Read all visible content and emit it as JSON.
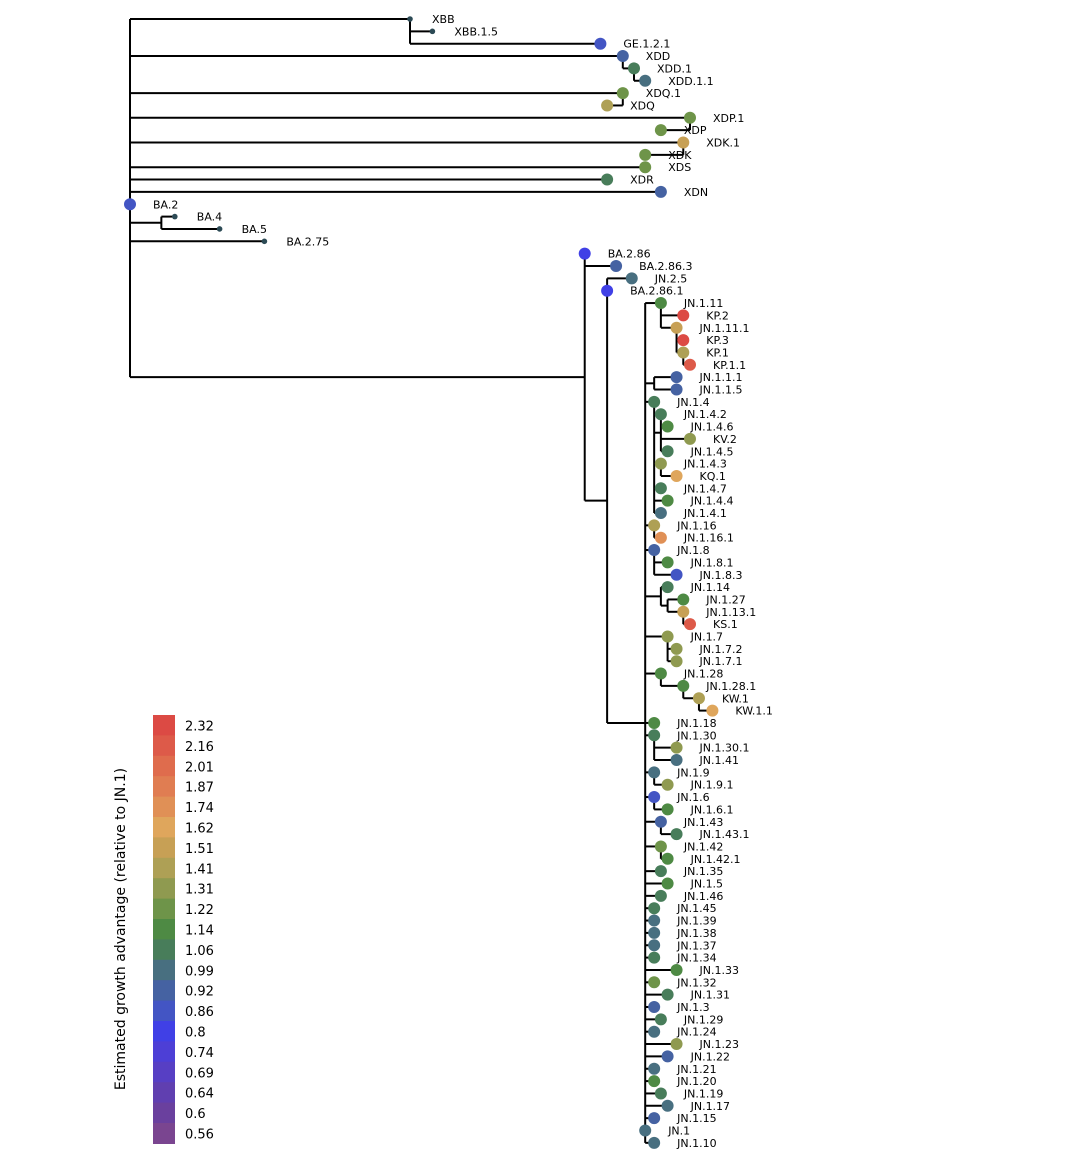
{
  "colorbar": {
    "title": "Estimated growth advantage (relative to JN.1)",
    "entries": [
      {
        "label": "2.32",
        "color": "#dc4a44"
      },
      {
        "label": "2.16",
        "color": "#dd5a49"
      },
      {
        "label": "2.01",
        "color": "#df6c4d"
      },
      {
        "label": "1.87",
        "color": "#e07d52"
      },
      {
        "label": "1.74",
        "color": "#e09056"
      },
      {
        "label": "1.62",
        "color": "#dfa65c"
      },
      {
        "label": "1.51",
        "color": "#c7a055"
      },
      {
        "label": "1.41",
        "color": "#aea055"
      },
      {
        "label": "1.31",
        "color": "#8f9a50"
      },
      {
        "label": "1.22",
        "color": "#6e9449"
      },
      {
        "label": "1.14",
        "color": "#4e8a44"
      },
      {
        "label": "1.06",
        "color": "#487d5a"
      },
      {
        "label": "0.99",
        "color": "#486f80"
      },
      {
        "label": "0.92",
        "color": "#4562a2"
      },
      {
        "label": "0.86",
        "color": "#4355c4"
      },
      {
        "label": "0.8",
        "color": "#4040e6"
      },
      {
        "label": "0.74",
        "color": "#4d3fd6"
      },
      {
        "label": "0.69",
        "color": "#573fc4"
      },
      {
        "label": "0.64",
        "color": "#603fb0"
      },
      {
        "label": "0.6",
        "color": "#6a409e"
      },
      {
        "label": "0.56",
        "color": "#7a4590"
      }
    ]
  },
  "tree": {
    "nodes": [
      {
        "id": "root",
        "depth": 0
      },
      {
        "id": "XBB",
        "depth": 12.5,
        "parent": "root",
        "label": "XBB"
      },
      {
        "id": "XBB.1.5",
        "depth": 13.5,
        "parent": "XBB",
        "label": "XBB.1.5"
      },
      {
        "id": "GE.1.2.1",
        "depth": 21,
        "parent": "XBB",
        "label": "GE.1.2.1",
        "value": 0.88
      },
      {
        "id": "XDD",
        "depth": 22,
        "parent": "root",
        "label": "XDD",
        "value": 0.92
      },
      {
        "id": "XDD.1",
        "depth": 22.5,
        "parent": "XDD",
        "label": "XDD.1",
        "value": 1.04
      },
      {
        "id": "XDD.1.1",
        "depth": 23,
        "parent": "XDD.1",
        "label": "XDD.1.1",
        "value": 0.99
      },
      {
        "id": "XDQ.1",
        "depth": 22,
        "parent": "root",
        "label": "XDQ.1",
        "value": 1.2
      },
      {
        "id": "XDQ",
        "depth": 21.3,
        "parent": "XDQ.1",
        "label": "XDQ",
        "value": 1.45
      },
      {
        "id": "XDP.1",
        "depth": 25,
        "parent": "root",
        "label": "XDP.1",
        "value": 1.2
      },
      {
        "id": "XDP",
        "depth": 23.7,
        "parent": "XDP.1",
        "label": "XDP",
        "value": 1.2
      },
      {
        "id": "XDK.1",
        "depth": 24.7,
        "parent": "root",
        "label": "XDK.1",
        "value": 1.55
      },
      {
        "id": "XDK",
        "depth": 23,
        "parent": "XDK.1",
        "label": "XDK",
        "value": 1.2
      },
      {
        "id": "XDS",
        "depth": 23,
        "parent": "root",
        "label": "XDS",
        "value": 1.2
      },
      {
        "id": "XDR",
        "depth": 21.3,
        "parent": "root",
        "label": "XDR",
        "value": 1.06
      },
      {
        "id": "XDN",
        "depth": 23.7,
        "parent": "root",
        "label": "XDN",
        "value": 0.9
      },
      {
        "id": "BA.2",
        "depth": 0,
        "parent": "root",
        "label": "BA.2",
        "value": 0.86
      },
      {
        "id": "n_ba",
        "depth": 1.4,
        "parent": "root"
      },
      {
        "id": "BA.4",
        "depth": 2,
        "parent": "n_ba",
        "label": "BA.4"
      },
      {
        "id": "BA.5",
        "depth": 4,
        "parent": "n_ba",
        "label": "BA.5"
      },
      {
        "id": "BA.2.75",
        "depth": 6,
        "parent": "root",
        "label": "BA.2.75"
      },
      {
        "id": "n_main",
        "depth": 20.3,
        "parent": "root"
      },
      {
        "id": "BA.2.86",
        "depth": 20.3,
        "parent": "n_main",
        "label": "BA.2.86",
        "value": 0.8
      },
      {
        "id": "BA.2.86.3",
        "depth": 21.7,
        "parent": "n_main",
        "label": "BA.2.86.3",
        "value": 0.92
      },
      {
        "id": "n_b1",
        "depth": 21.3,
        "parent": "n_main"
      },
      {
        "id": "JN.2.5",
        "depth": 22.4,
        "parent": "n_b1",
        "label": "JN.2.5",
        "value": 0.99
      },
      {
        "id": "BA.2.86.1",
        "depth": 21.3,
        "parent": "n_b1",
        "label": "BA.2.86.1",
        "value": 0.8
      },
      {
        "id": "n_j",
        "depth": 23,
        "parent": "n_b1"
      },
      {
        "id": "JN.1.11",
        "depth": 23.7,
        "parent": "n_j",
        "label": "JN.1.11",
        "value": 1.14
      },
      {
        "id": "KP.2",
        "depth": 24.7,
        "parent": "JN.1.11",
        "label": "KP.2",
        "value": 2.3
      },
      {
        "id": "JN.1.11.1",
        "depth": 24.4,
        "parent": "JN.1.11",
        "label": "JN.1.11.1",
        "value": 1.5
      },
      {
        "id": "KP.3",
        "depth": 24.7,
        "parent": "JN.1.11.1",
        "label": "KP.3",
        "value": 2.3
      },
      {
        "id": "KP.1",
        "depth": 24.7,
        "parent": "JN.1.11.1",
        "label": "KP.1",
        "value": 1.45
      },
      {
        "id": "KP.1.1",
        "depth": 25,
        "parent": "KP.1",
        "label": "KP.1.1",
        "value": 2.2
      },
      {
        "id": "n_115",
        "depth": 23.4,
        "parent": "n_j"
      },
      {
        "id": "JN.1.1.1",
        "depth": 24.4,
        "parent": "n_115",
        "label": "JN.1.1.1",
        "value": 0.92
      },
      {
        "id": "JN.1.1.5",
        "depth": 24.4,
        "parent": "n_115",
        "label": "JN.1.1.5",
        "value": 0.92
      },
      {
        "id": "JN.1.4",
        "depth": 23.4,
        "parent": "n_j",
        "label": "JN.1.4",
        "value": 1.06
      },
      {
        "id": "n_142",
        "depth": 23.7,
        "parent": "JN.1.4"
      },
      {
        "id": "JN.1.4.2",
        "depth": 23.7,
        "parent": "n_142",
        "label": "JN.1.4.2",
        "value": 1.06
      },
      {
        "id": "JN.1.4.6",
        "depth": 24,
        "parent": "n_142",
        "label": "JN.1.4.6",
        "value": 1.14
      },
      {
        "id": "KV.2",
        "depth": 25,
        "parent": "n_142",
        "label": "KV.2",
        "value": 1.35
      },
      {
        "id": "JN.1.4.5",
        "depth": 24,
        "parent": "n_142",
        "label": "JN.1.4.5",
        "value": 1.06
      },
      {
        "id": "JN.1.4.3",
        "depth": 23.7,
        "parent": "JN.1.4",
        "label": "JN.1.4.3",
        "value": 1.35
      },
      {
        "id": "KQ.1",
        "depth": 24.4,
        "parent": "JN.1.4.3",
        "label": "KQ.1",
        "value": 1.65
      },
      {
        "id": "JN.1.4.7",
        "depth": 23.7,
        "parent": "JN.1.4",
        "label": "JN.1.4.7",
        "value": 1.06
      },
      {
        "id": "JN.1.4.4",
        "depth": 24,
        "parent": "JN.1.4",
        "label": "JN.1.4.4",
        "value": 1.14
      },
      {
        "id": "JN.1.4.1",
        "depth": 23.7,
        "parent": "JN.1.4",
        "label": "JN.1.4.1",
        "value": 0.99
      },
      {
        "id": "JN.1.16",
        "depth": 23.4,
        "parent": "n_j",
        "label": "JN.1.16",
        "value": 1.45
      },
      {
        "id": "JN.1.16.1",
        "depth": 23.7,
        "parent": "JN.1.16",
        "label": "JN.1.16.1",
        "value": 1.8
      },
      {
        "id": "JN.1.8",
        "depth": 23.4,
        "parent": "n_j",
        "label": "JN.1.8",
        "value": 0.92
      },
      {
        "id": "JN.1.8.1",
        "depth": 24,
        "parent": "JN.1.8",
        "label": "JN.1.8.1",
        "value": 1.14
      },
      {
        "id": "JN.1.8.3",
        "depth": 24.4,
        "parent": "JN.1.8",
        "label": "JN.1.8.3",
        "value": 0.88
      },
      {
        "id": "n_114",
        "depth": 23.7,
        "parent": "n_j"
      },
      {
        "id": "JN.1.14",
        "depth": 24,
        "parent": "n_114",
        "label": "JN.1.14",
        "value": 1.06
      },
      {
        "id": "n_127",
        "depth": 24,
        "parent": "n_114"
      },
      {
        "id": "JN.1.27",
        "depth": 24.7,
        "parent": "n_127",
        "label": "JN.1.27",
        "value": 1.14
      },
      {
        "id": "JN.1.13.1",
        "depth": 24.7,
        "parent": "n_127",
        "label": "JN.1.13.1",
        "value": 1.5
      },
      {
        "id": "KS.1",
        "depth": 25,
        "parent": "JN.1.13.1",
        "label": "KS.1",
        "value": 2.2
      },
      {
        "id": "JN.1.7",
        "depth": 24,
        "parent": "n_j",
        "label": "JN.1.7",
        "value": 1.3
      },
      {
        "id": "JN.1.7.2",
        "depth": 24.4,
        "parent": "JN.1.7",
        "label": "JN.1.7.2",
        "value": 1.35
      },
      {
        "id": "JN.1.7.1",
        "depth": 24.4,
        "parent": "JN.1.7",
        "label": "JN.1.7.1",
        "value": 1.35
      },
      {
        "id": "JN.1.28",
        "depth": 23.7,
        "parent": "n_j",
        "label": "JN.1.28",
        "value": 1.14
      },
      {
        "id": "JN.1.28.1",
        "depth": 24.7,
        "parent": "JN.1.28",
        "label": "JN.1.28.1",
        "value": 1.14
      },
      {
        "id": "KW.1",
        "depth": 25.4,
        "parent": "JN.1.28.1",
        "label": "KW.1",
        "value": 1.4
      },
      {
        "id": "KW.1.1",
        "depth": 26,
        "parent": "KW.1",
        "label": "KW.1.1",
        "value": 1.6
      },
      {
        "id": "JN.1.18",
        "depth": 23.4,
        "parent": "n_j",
        "label": "JN.1.18",
        "value": 1.14
      },
      {
        "id": "JN.1.30",
        "depth": 23.4,
        "parent": "n_j",
        "label": "JN.1.30",
        "value": 1.06
      },
      {
        "id": "JN.1.30.1",
        "depth": 24.4,
        "parent": "JN.1.30",
        "label": "JN.1.30.1",
        "value": 1.35
      },
      {
        "id": "JN.1.41",
        "depth": 24.4,
        "parent": "JN.1.30",
        "label": "JN.1.41",
        "value": 0.99
      },
      {
        "id": "JN.1.9",
        "depth": 23.4,
        "parent": "n_j",
        "label": "JN.1.9",
        "value": 0.99
      },
      {
        "id": "JN.1.9.1",
        "depth": 24,
        "parent": "JN.1.9",
        "label": "JN.1.9.1",
        "value": 1.3
      },
      {
        "id": "JN.1.6",
        "depth": 23.4,
        "parent": "n_j",
        "label": "JN.1.6",
        "value": 0.86
      },
      {
        "id": "JN.1.6.1",
        "depth": 24,
        "parent": "JN.1.6",
        "label": "JN.1.6.1",
        "value": 1.14
      },
      {
        "id": "JN.1.43",
        "depth": 23.7,
        "parent": "n_j",
        "label": "JN.1.43",
        "value": 0.95
      },
      {
        "id": "JN.1.43.1",
        "depth": 24.4,
        "parent": "JN.1.43",
        "label": "JN.1.43.1",
        "value": 1.06
      },
      {
        "id": "JN.1.42",
        "depth": 23.7,
        "parent": "n_j",
        "label": "JN.1.42",
        "value": 1.22
      },
      {
        "id": "JN.1.42.1",
        "depth": 24,
        "parent": "JN.1.42",
        "label": "JN.1.42.1",
        "value": 1.14
      },
      {
        "id": "JN.1.35",
        "depth": 23.7,
        "parent": "n_j",
        "label": "JN.1.35",
        "value": 1.06
      },
      {
        "id": "JN.1.5",
        "depth": 24,
        "parent": "n_j",
        "label": "JN.1.5",
        "value": 1.14
      },
      {
        "id": "JN.1.46",
        "depth": 23.7,
        "parent": "n_j",
        "label": "JN.1.46",
        "value": 1.06
      },
      {
        "id": "JN.1.45",
        "depth": 23.4,
        "parent": "n_j",
        "label": "JN.1.45",
        "value": 1.06
      },
      {
        "id": "JN.1.39",
        "depth": 23.4,
        "parent": "n_j",
        "label": "JN.1.39",
        "value": 1.02
      },
      {
        "id": "JN.1.38",
        "depth": 23.4,
        "parent": "n_j",
        "label": "JN.1.38",
        "value": 1.02
      },
      {
        "id": "JN.1.37",
        "depth": 23.4,
        "parent": "n_j",
        "label": "JN.1.37",
        "value": 0.99
      },
      {
        "id": "JN.1.34",
        "depth": 23.4,
        "parent": "n_j",
        "label": "JN.1.34",
        "value": 1.06
      },
      {
        "id": "JN.1.33",
        "depth": 24.4,
        "parent": "n_j",
        "label": "JN.1.33",
        "value": 1.14
      },
      {
        "id": "JN.1.32",
        "depth": 23.4,
        "parent": "n_j",
        "label": "JN.1.32",
        "value": 1.22
      },
      {
        "id": "JN.1.31",
        "depth": 24,
        "parent": "n_j",
        "label": "JN.1.31",
        "value": 1.06
      },
      {
        "id": "JN.1.3",
        "depth": 23.4,
        "parent": "n_j",
        "label": "JN.1.3",
        "value": 0.92
      },
      {
        "id": "JN.1.29",
        "depth": 23.7,
        "parent": "n_j",
        "label": "JN.1.29",
        "value": 1.06
      },
      {
        "id": "JN.1.24",
        "depth": 23.4,
        "parent": "n_j",
        "label": "JN.1.24",
        "value": 0.99
      },
      {
        "id": "JN.1.23",
        "depth": 24.4,
        "parent": "n_j",
        "label": "JN.1.23",
        "value": 1.3
      },
      {
        "id": "JN.1.22",
        "depth": 24,
        "parent": "n_j",
        "label": "JN.1.22",
        "value": 0.92
      },
      {
        "id": "JN.1.21",
        "depth": 23.4,
        "parent": "n_j",
        "label": "JN.1.21",
        "value": 0.99
      },
      {
        "id": "JN.1.20",
        "depth": 23.4,
        "parent": "n_j",
        "label": "JN.1.20",
        "value": 1.14
      },
      {
        "id": "JN.1.19",
        "depth": 23.7,
        "parent": "n_j",
        "label": "JN.1.19",
        "value": 1.06
      },
      {
        "id": "JN.1.17",
        "depth": 24,
        "parent": "n_j",
        "label": "JN.1.17",
        "value": 0.99
      },
      {
        "id": "JN.1.15",
        "depth": 23.4,
        "parent": "n_j",
        "label": "JN.1.15",
        "value": 0.92
      },
      {
        "id": "JN.1",
        "depth": 23,
        "parent": "n_j",
        "label": "JN.1",
        "value": 1.0
      },
      {
        "id": "JN.1.10",
        "depth": 23.4,
        "parent": "n_j",
        "label": "JN.1.10",
        "value": 0.99
      }
    ]
  }
}
